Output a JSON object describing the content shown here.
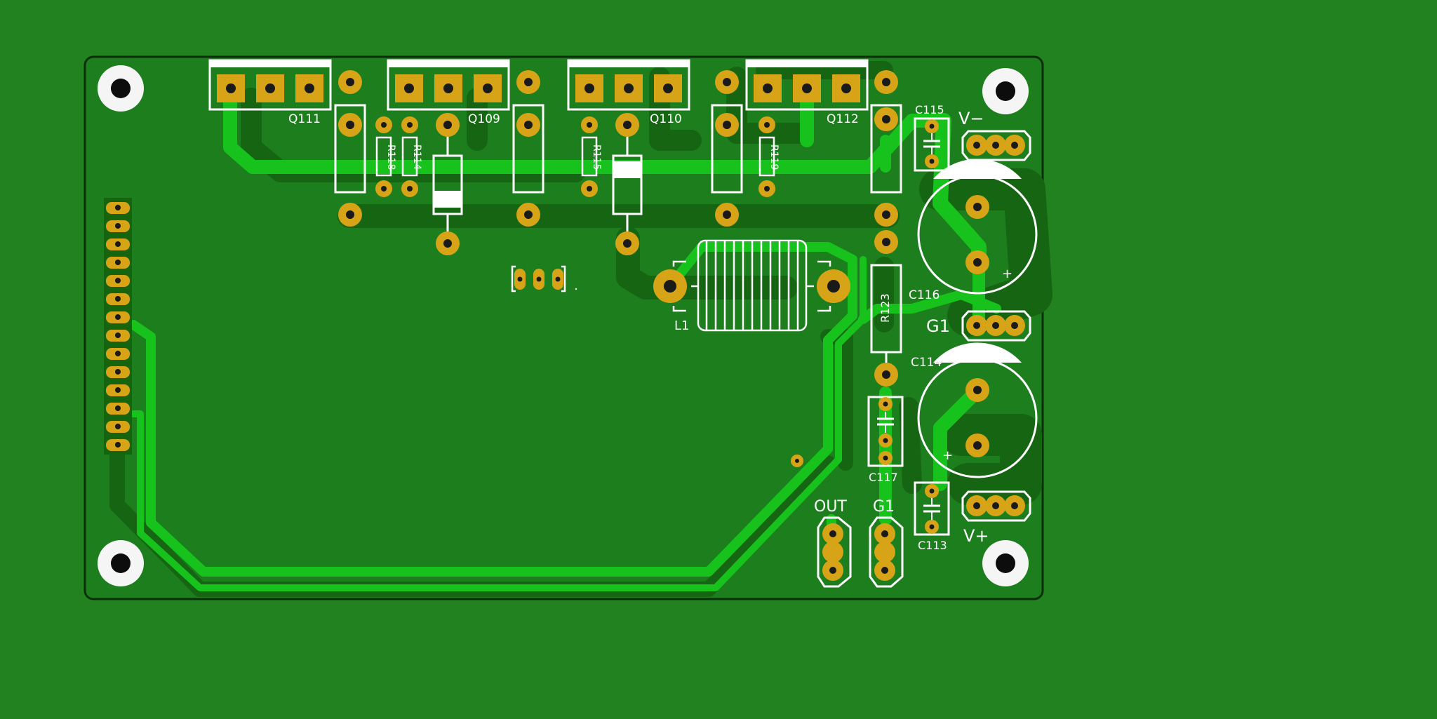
{
  "colors": {
    "background": "#21821f",
    "board": "#1c7f1d",
    "copper_dark": "#14650f",
    "trace_bright": "#16c41c",
    "pad_gold": "#d8a417",
    "silkscreen": "#ffffff",
    "outline": "#0b2e0b"
  },
  "labels": {
    "q111": "Q111",
    "q109": "Q109",
    "q110": "Q110",
    "q112": "Q112",
    "r118": "R118",
    "r114": "R114",
    "r115": "R115",
    "r119": "R119",
    "r123": "R123",
    "c115": "C115",
    "c116": "C116",
    "c114": "C114",
    "c117": "C117",
    "c113": "C113",
    "l1": "L1",
    "v_minus": "V−",
    "v_plus": "V+",
    "g1_mid": "G1",
    "g1_bottom": "G1",
    "out": "OUT",
    "plus_upper": "+",
    "plus_lower": "+"
  }
}
